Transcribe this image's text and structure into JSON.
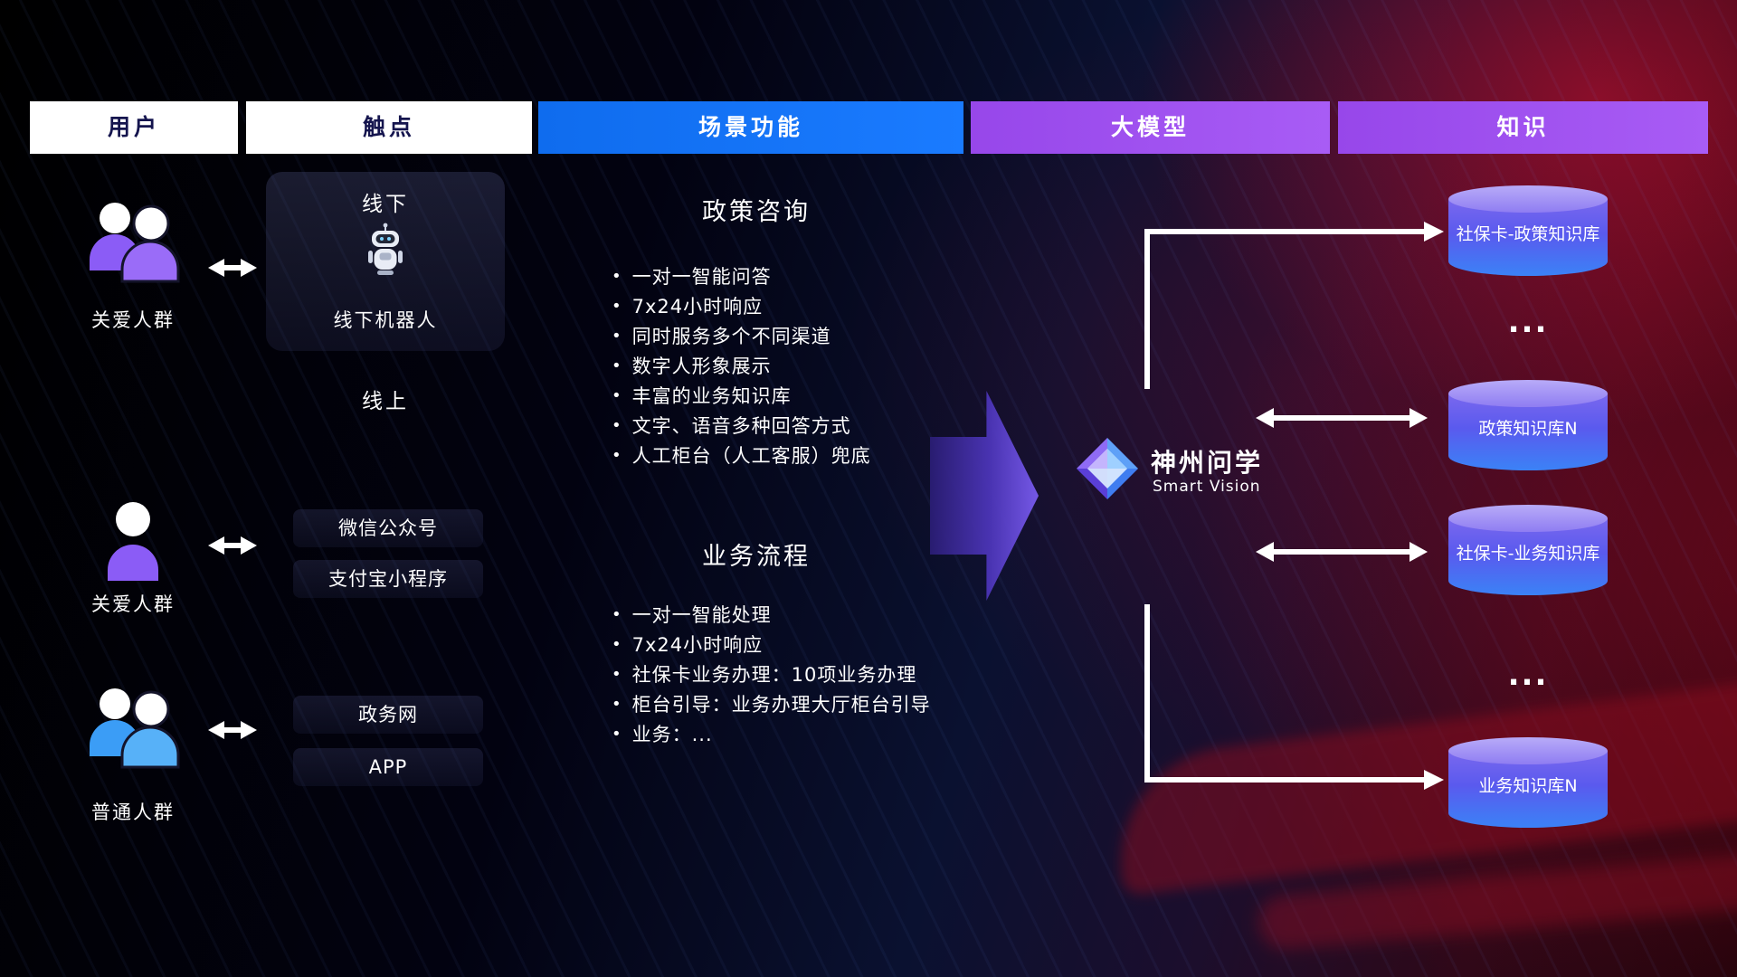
{
  "headers": [
    {
      "label": "用户"
    },
    {
      "label": "触点"
    },
    {
      "label": "场景功能"
    },
    {
      "label": "大模型"
    },
    {
      "label": "知识"
    }
  ],
  "users": [
    {
      "label": "关爱人群"
    },
    {
      "label": "关爱人群"
    },
    {
      "label": "普通人群"
    }
  ],
  "touchpoints": {
    "offline_title": "线下",
    "offline_robot": "线下机器人",
    "online_title": "线上",
    "channels": [
      "微信公众号",
      "支付宝小程序",
      "政务网",
      "APP"
    ]
  },
  "scenes": [
    {
      "title": "政策咨询",
      "items": [
        "一对一智能问答",
        "7x24小时响应",
        "同时服务多个不同渠道",
        "数字人形象展示",
        "丰富的业务知识库",
        "文字、语音多种回答方式",
        "人工柜台（人工客服）兜底"
      ]
    },
    {
      "title": "业务流程",
      "items": [
        "一对一智能处理",
        "7x24小时响应",
        "社保卡业务办理：10项业务办理",
        "柜台引导：业务办理大厅柜台引导",
        "业务：..."
      ]
    }
  ],
  "model": {
    "name": "神州问学",
    "subtitle": "Smart Vision"
  },
  "knowledge": {
    "db1": "社保卡-政策知识库",
    "dots1": "...",
    "db2": "政策知识库N",
    "db3": "社保卡-业务知识库",
    "dots2": "...",
    "db4": "业务知识库N"
  },
  "colors": {
    "header_blue": "#1a7bff",
    "header_purple": "#a85cf5",
    "big_arrow_purple": "#7a5cf0",
    "cylinder_top": "#b8abf8",
    "cylinder_bottom": "#3b82f6",
    "connector_white": "#ffffff",
    "user_purple": "#8b5cf6",
    "user_blue": "#3b9df6"
  }
}
